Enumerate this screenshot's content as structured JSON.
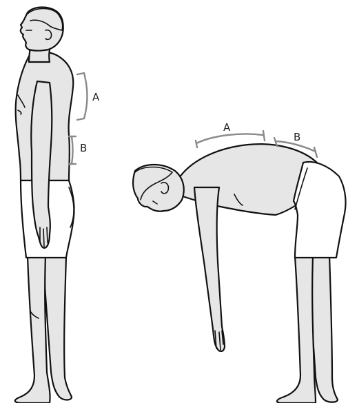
{
  "labels": {
    "standing_a": "A",
    "standing_b": "B",
    "bent_a": "A",
    "bent_b": "B"
  },
  "colors": {
    "skin": "#e6e6e6",
    "outline": "#111111",
    "bracket": "#8a8a8a",
    "shorts": "#ffffff",
    "background": "#ffffff"
  }
}
